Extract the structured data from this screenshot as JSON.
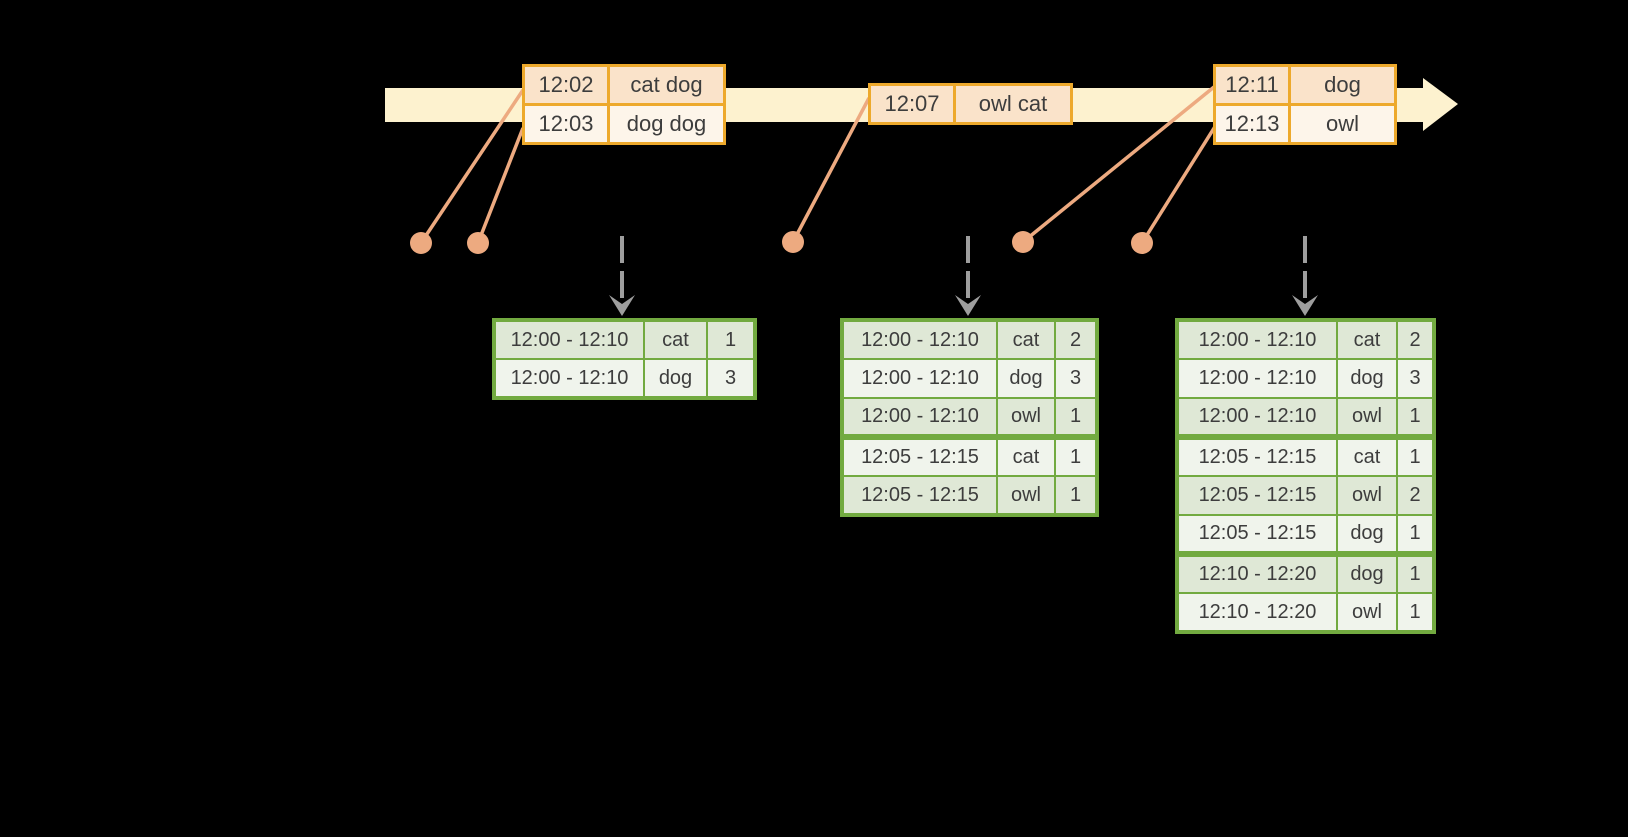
{
  "colors": {
    "background": "#000000",
    "timeline_band": "#fdf2cf",
    "event_table_border": "#eda92c",
    "event_row_dark": "#fae3ca",
    "event_row_light": "#fdf5ea",
    "connector": "#edaa80",
    "trigger_arrow": "#9e9e9e",
    "result_table_border": "#72aa40",
    "result_row_dark": "#dfe8d6",
    "result_row_light": "#f0f4ec",
    "text": "#3d3d3d"
  },
  "event_tables": [
    {
      "rows": [
        {
          "time": "12:02",
          "words": "cat dog"
        },
        {
          "time": "12:03",
          "words": "dog dog"
        }
      ]
    },
    {
      "rows": [
        {
          "time": "12:07",
          "words": "owl cat"
        }
      ]
    },
    {
      "rows": [
        {
          "time": "12:11",
          "words": "dog"
        },
        {
          "time": "12:13",
          "words": "owl"
        }
      ]
    }
  ],
  "result_tables": [
    {
      "rows": [
        {
          "window": "12:00 - 12:10",
          "word": "cat",
          "count": "1"
        },
        {
          "window": "12:00 - 12:10",
          "word": "dog",
          "count": "3"
        }
      ]
    },
    {
      "rows": [
        {
          "window": "12:00 - 12:10",
          "word": "cat",
          "count": "2"
        },
        {
          "window": "12:00 - 12:10",
          "word": "dog",
          "count": "3"
        },
        {
          "window": "12:00 - 12:10",
          "word": "owl",
          "count": "1"
        },
        {
          "window": "12:05 - 12:15",
          "word": "cat",
          "count": "1",
          "group_start": true
        },
        {
          "window": "12:05 - 12:15",
          "word": "owl",
          "count": "1"
        }
      ]
    },
    {
      "rows": [
        {
          "window": "12:00 - 12:10",
          "word": "cat",
          "count": "2"
        },
        {
          "window": "12:00 - 12:10",
          "word": "dog",
          "count": "3"
        },
        {
          "window": "12:00 - 12:10",
          "word": "owl",
          "count": "1"
        },
        {
          "window": "12:05 - 12:15",
          "word": "cat",
          "count": "1",
          "group_start": true
        },
        {
          "window": "12:05 - 12:15",
          "word": "owl",
          "count": "2"
        },
        {
          "window": "12:05 - 12:15",
          "word": "dog",
          "count": "1"
        },
        {
          "window": "12:10 - 12:20",
          "word": "dog",
          "count": "1",
          "group_start": true
        },
        {
          "window": "12:10 - 12:20",
          "word": "owl",
          "count": "1"
        }
      ]
    }
  ]
}
